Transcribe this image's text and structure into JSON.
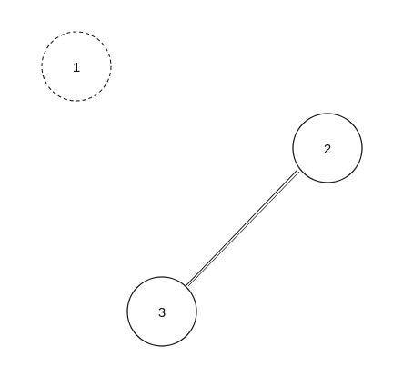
{
  "diagram": {
    "nodes": [
      {
        "id": "1",
        "label": "1",
        "style": "dashed"
      },
      {
        "id": "2",
        "label": "2",
        "style": "solid"
      },
      {
        "id": "3",
        "label": "3",
        "style": "solid"
      }
    ],
    "edges": [
      {
        "from": "2",
        "to": "3"
      }
    ],
    "colors": {
      "stroke": "#1a1a1a",
      "text": "#111111",
      "background": "#ffffff"
    }
  }
}
